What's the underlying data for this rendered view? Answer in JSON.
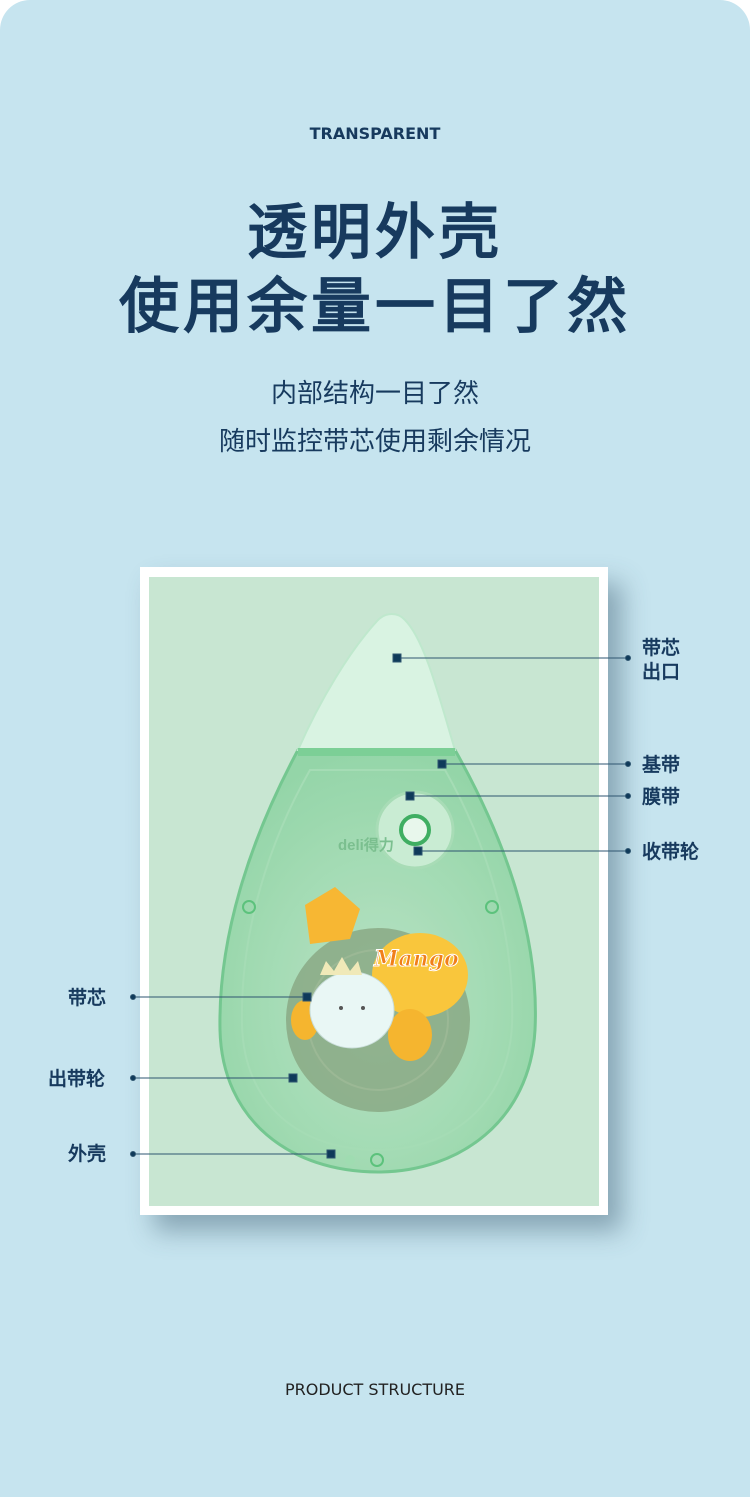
{
  "header": {
    "eyebrow": "TRANSPARENT",
    "title_line1": "透明外壳",
    "title_line2": "使用余量一目了然",
    "subtitle_line1": "内部结构一目了然",
    "subtitle_line2": "随时监控带芯使用剩余情况"
  },
  "product": {
    "brand_logo": "deli得力",
    "sticker_text": "Mango"
  },
  "labels": {
    "outlet_line1": "带芯",
    "outlet_line2": "出口",
    "base_tape": "基带",
    "film_tape": "膜带",
    "takeup_wheel": "收带轮",
    "core": "带芯",
    "supply_wheel": "出带轮",
    "shell": "外壳"
  },
  "footer": {
    "caption": "PRODUCT STRUCTURE"
  },
  "colors": {
    "background": "#c6e4ef",
    "text": "#173a5e",
    "photo_bg": "#c8e6d2"
  }
}
